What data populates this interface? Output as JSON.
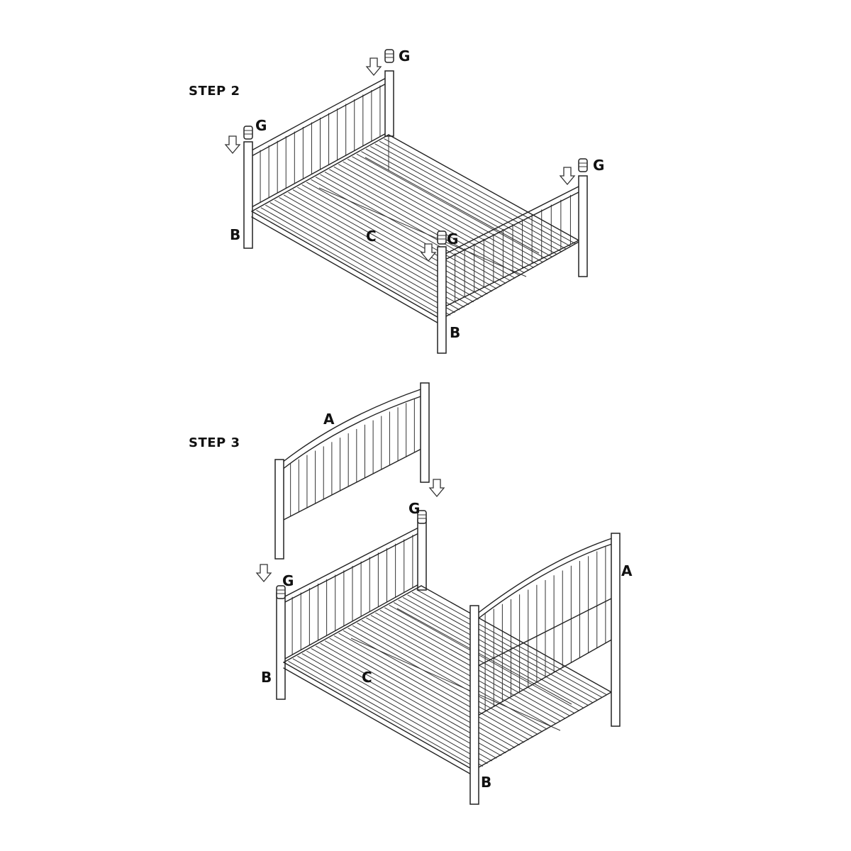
{
  "steps": [
    {
      "title": "STEP 2"
    },
    {
      "title": "STEP 3"
    }
  ],
  "labels": {
    "headboard": "A",
    "post": "B",
    "rail": "C",
    "cap": "G"
  },
  "icons": [
    "down-arrow-icon"
  ]
}
